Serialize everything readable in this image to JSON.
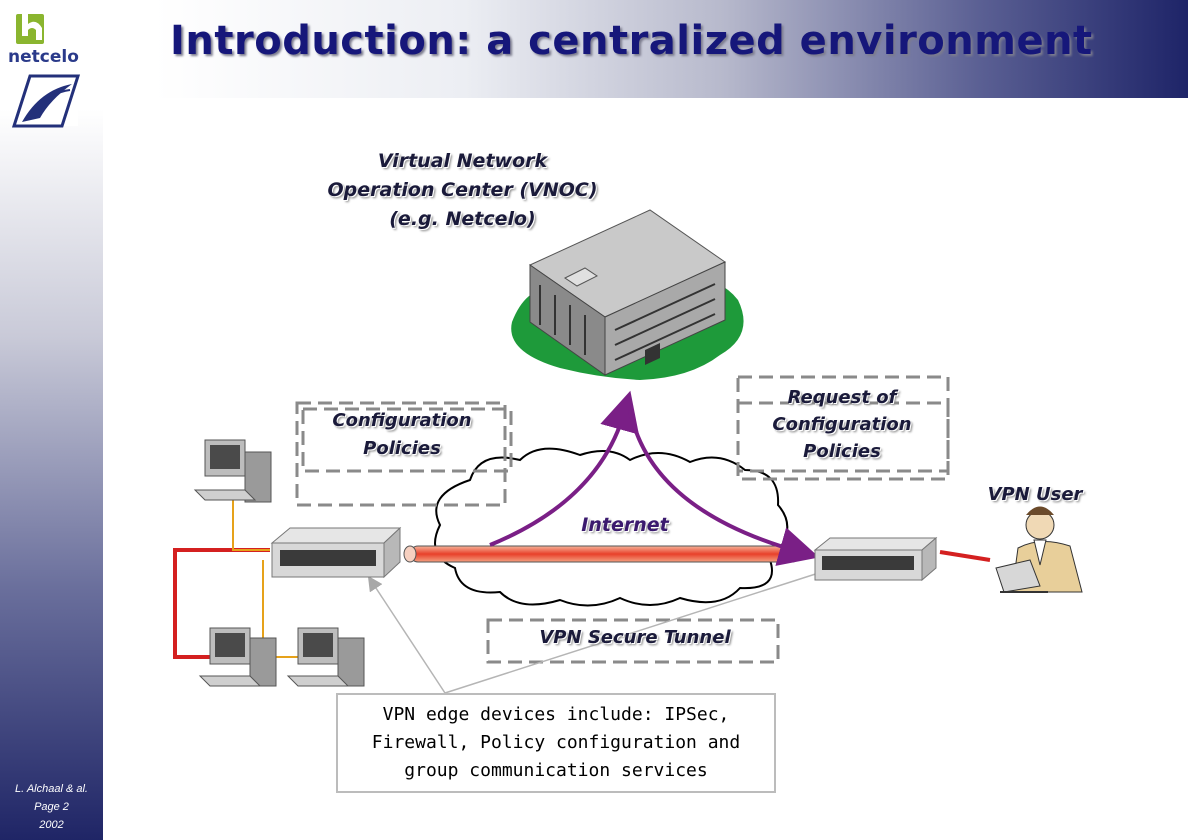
{
  "slide": {
    "title": "Introduction: a centralized environment",
    "logo_text": "netcelo",
    "footer": {
      "author": "L. Alchaal & al.",
      "page": "Page 2",
      "year": "2002"
    }
  },
  "diagram": {
    "vnoc_label": [
      "Virtual Network",
      "Operation Center (VNOC)",
      "(e.g. Netcelo)"
    ],
    "configuration_policies_label": [
      "Configuration",
      "Policies"
    ],
    "request_label": [
      "Request of",
      "Configuration",
      "Policies"
    ],
    "vpn_user_label": "VPN User",
    "internet_label": "Internet",
    "tunnel_label": "VPN Secure Tunnel",
    "callout_lines": [
      "VPN edge devices include: IPSec,",
      "Firewall, Policy configuration and",
      "group communication services"
    ]
  },
  "colors": {
    "title_text": "#16177a",
    "tunnel_red": "#e8402a",
    "arrow_purple": "#7a1f86",
    "lan_red": "#d42020",
    "lan_orange": "#e6a21a",
    "dash_gray": "#8a8a8a"
  }
}
